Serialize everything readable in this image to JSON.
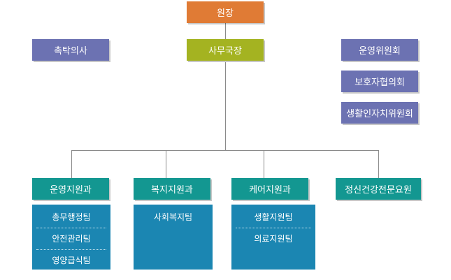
{
  "top": {
    "director": "원장",
    "secretary_general": "사무국장"
  },
  "advisor": "촉탁의사",
  "committees": [
    "운영위원회",
    "보호자협의회",
    "생활인자치위원회"
  ],
  "departments": [
    {
      "name": "운영지원과",
      "teams": [
        "총무행정팀",
        "안전관리팀",
        "영양급식팀"
      ]
    },
    {
      "name": "복지지원과",
      "teams": [
        "사회복지팀"
      ]
    },
    {
      "name": "케어지원과",
      "teams": [
        "생활지원팀",
        "의료지원팀"
      ]
    },
    {
      "name": "정신건강전문요원",
      "teams": []
    }
  ],
  "colors": {
    "director": "#e07b35",
    "secretary_general": "#a4b321",
    "side_boxes": "#6c72b2",
    "departments": "#139791",
    "team_panels": "#1b86b2",
    "connectors": "#8a8a8a"
  }
}
